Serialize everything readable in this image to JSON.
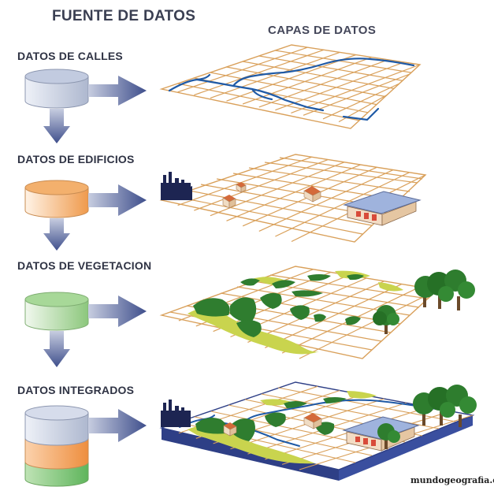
{
  "header": {
    "title": "FUENTE DE DATOS",
    "layers_title": "CAPAS DE DATOS"
  },
  "sources": [
    {
      "label": "DATOS DE CALLES",
      "color": "#cfd6e6",
      "icon": "street-data-cylinder"
    },
    {
      "label": "DATOS DE EDIFICIOS",
      "color": "#f2a866",
      "icon": "building-data-cylinder"
    },
    {
      "label": "DATOS DE VEGETACION",
      "color": "#9fcf8f",
      "icon": "vegetation-data-cylinder"
    },
    {
      "label": "DATOS INTEGRADOS",
      "colors": [
        "#e8eef6",
        "#f0a060",
        "#7fc77a"
      ],
      "icon": "integrated-data-cylinder"
    }
  ],
  "layers": [
    "street-layer",
    "building-layer",
    "vegetation-layer",
    "integrated-layer"
  ],
  "colors": {
    "grid": "#d9a05a",
    "arrow": "#4f5f9a",
    "street": "#1f5aa6",
    "tree": "#2e7d2e",
    "field": "#c9d44e",
    "base": "#2e3f86"
  },
  "watermark": "mundogeografia.com"
}
